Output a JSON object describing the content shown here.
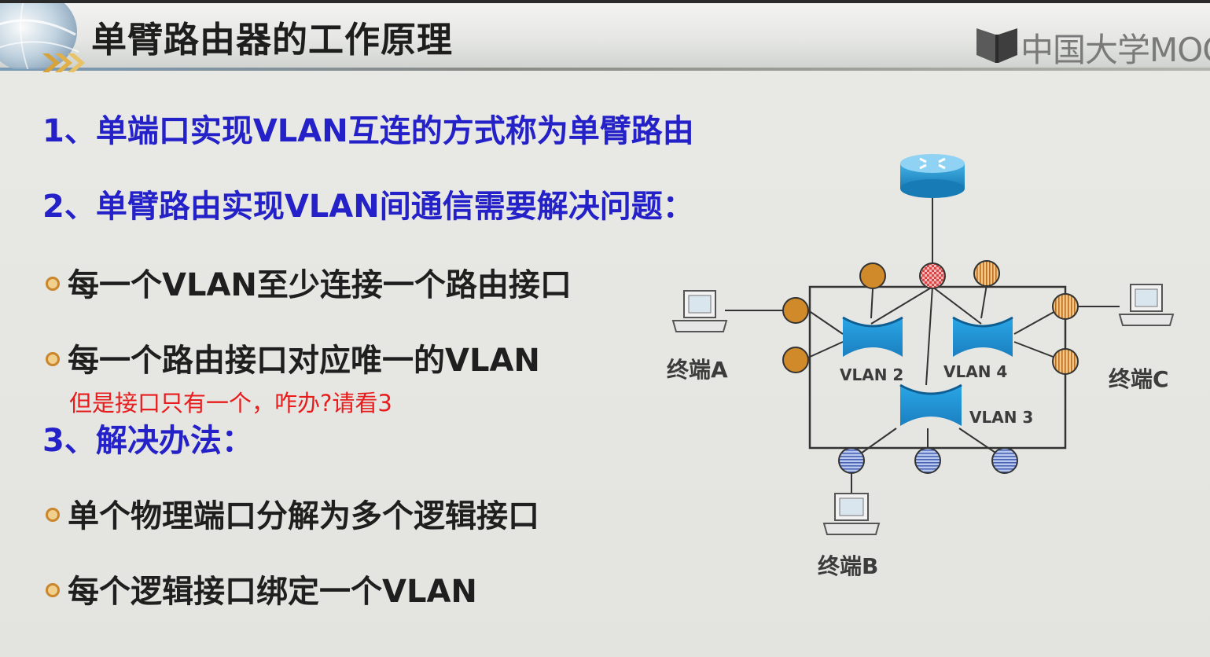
{
  "header": {
    "title": "单臂路由器的工作原理",
    "logo_text": "中国大学MOOC"
  },
  "content": {
    "item1": "1、单端口实现VLAN互连的方式称为单臂路由",
    "item2": "2、单臂路由实现VLAN间通信需要解决问题：",
    "bullet1": "每一个VLAN至少连接一个路由接口",
    "bullet2": "每一个路由接口对应唯一的VLAN",
    "annotation": "但是接口只有一个，咋办?请看3",
    "item3": "3、解决办法：",
    "bullet3": "单个物理端口分解为多个逻辑接口",
    "bullet4": "每个逻辑接口绑定一个VLAN"
  },
  "diagram": {
    "terminal_a": "终端A",
    "terminal_b": "终端B",
    "terminal_c": "终端C",
    "vlan2": "VLAN 2",
    "vlan3": "VLAN 3",
    "vlan4": "VLAN 4"
  },
  "colors": {
    "heading_blue": "#2421c9",
    "annotation_red": "#e81c1c",
    "port_vlan2": "#d08a2a",
    "port_vlan4": "#e8b36a",
    "port_vlan3": "#8fa6d8",
    "router_port": "#e05a5a",
    "switch_blue": "#1c9ad6"
  }
}
